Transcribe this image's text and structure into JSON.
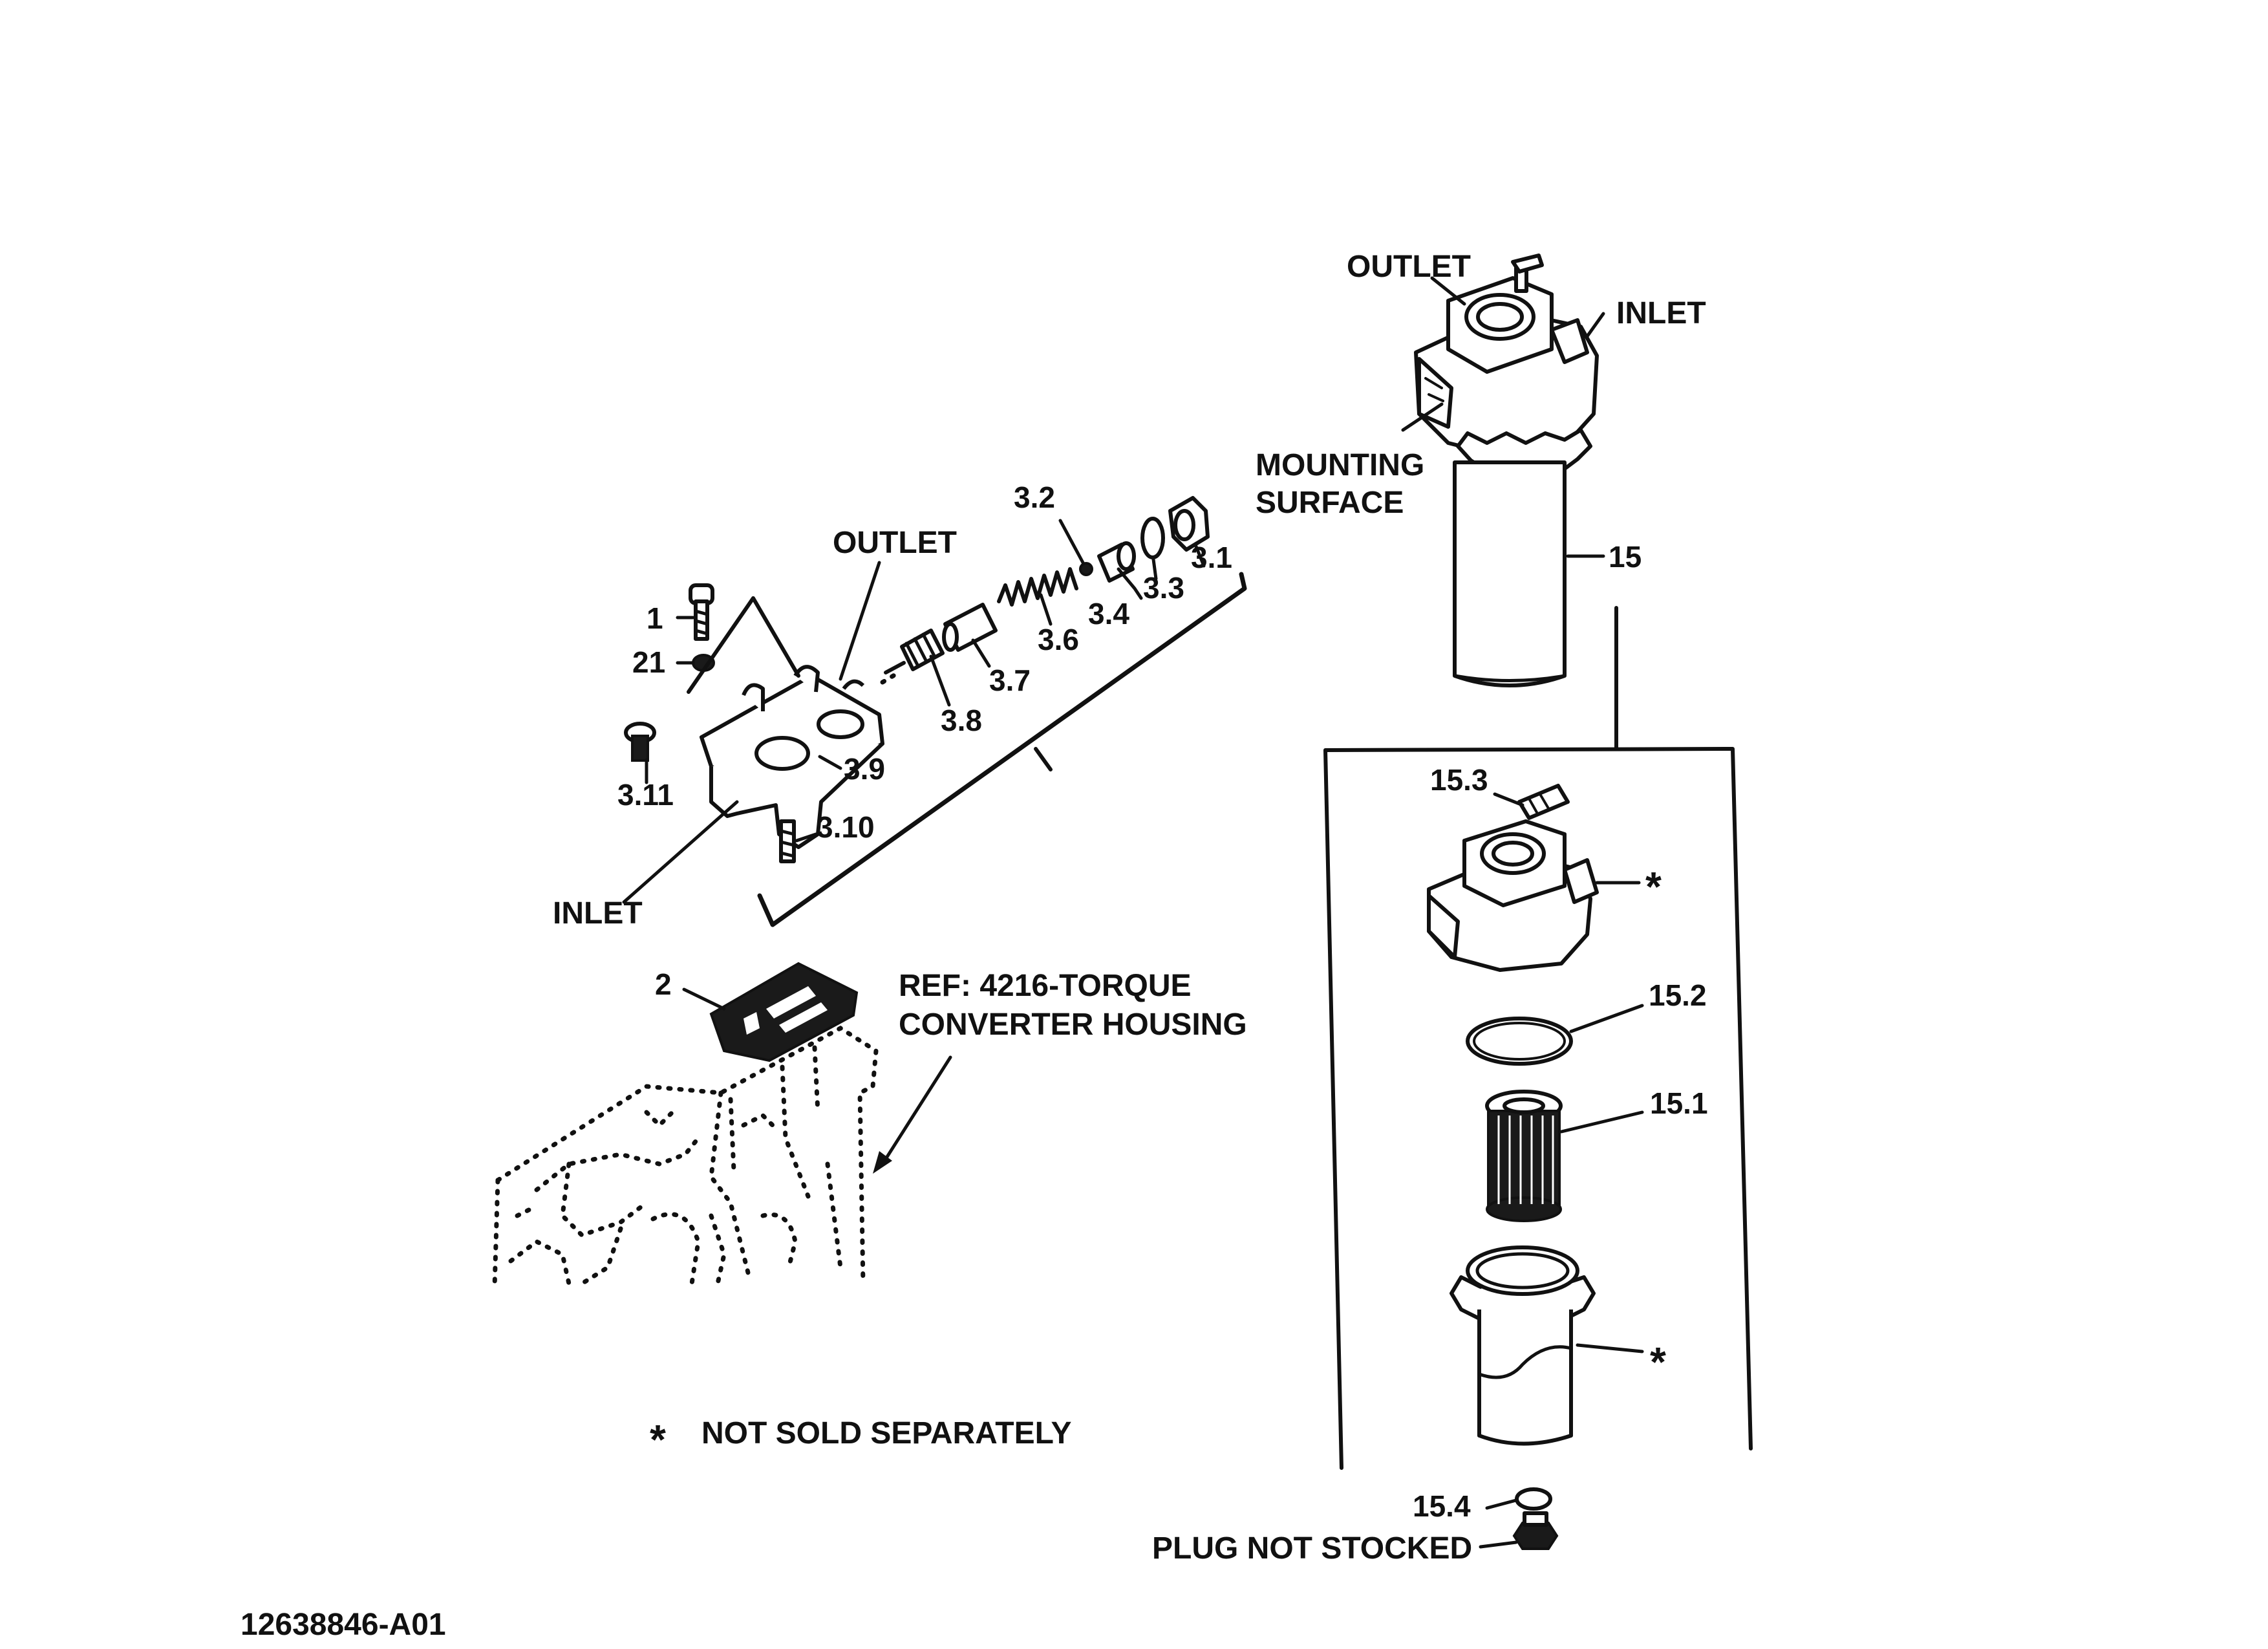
{
  "callouts": {
    "c1": "1",
    "c21": "21",
    "c2": "2",
    "c3_1": "3.1",
    "c3_2": "3.2",
    "c3_3": "3.3",
    "c3_4": "3.4",
    "c3_6": "3.6",
    "c3_7": "3.7",
    "c3_8": "3.8",
    "c3_9": "3.9",
    "c3_10": "3.10",
    "c3_11": "3.11",
    "c15": "15",
    "c15_1": "15.1",
    "c15_2": "15.2",
    "c15_3": "15.3",
    "c15_4": "15.4",
    "star_top": "*",
    "star_bottom": "*",
    "star_legend": "*"
  },
  "labels": {
    "outlet_valve": "OUTLET",
    "inlet_valve": "INLET",
    "outlet_filter": "OUTLET",
    "inlet_filter": "INLET",
    "mounting_1": "MOUNTING",
    "mounting_2": "SURFACE",
    "ref_1": "REF: 4216-TORQUE",
    "ref_2": "CONVERTER HOUSING",
    "plug": "PLUG NOT STOCKED",
    "legend": "NOT SOLD SEPARATELY",
    "drawing_number": "12638846-A01"
  }
}
